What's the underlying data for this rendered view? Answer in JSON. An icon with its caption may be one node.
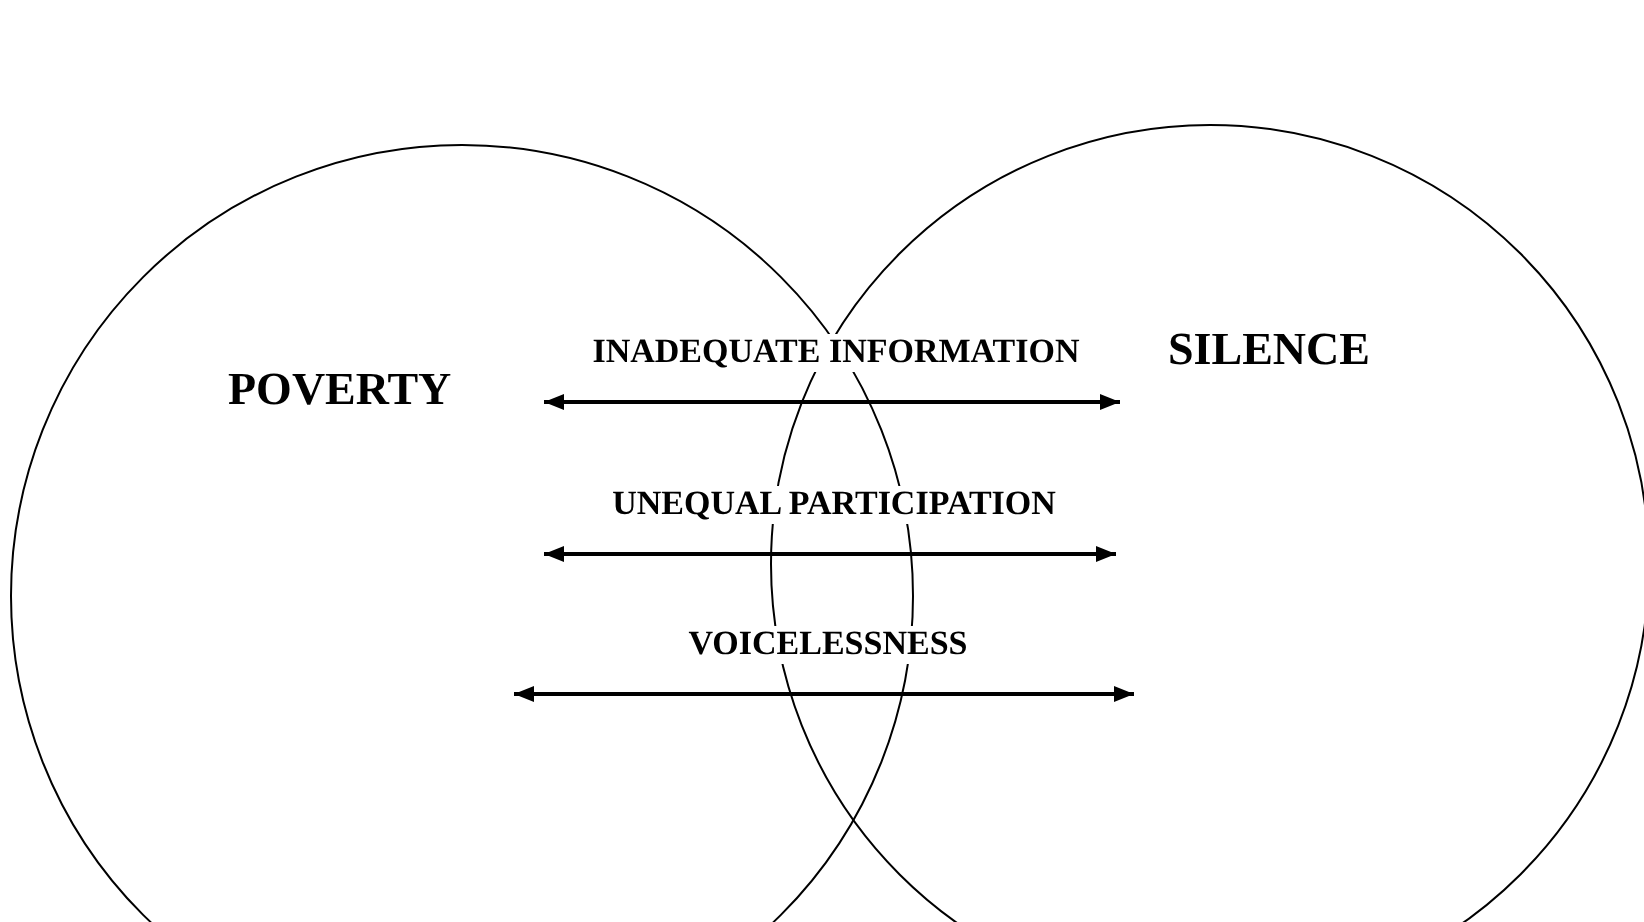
{
  "diagram": {
    "nodes": [
      {
        "text": [
          "POVERTY"
        ]
      },
      {
        "text": [
          "SILENCE"
        ]
      }
    ],
    "edges": [
      {
        "from": 0,
        "to": 1,
        "arrow": "both",
        "label": "INADEQUATE INFORMATION"
      },
      {
        "from": 0,
        "to": 1,
        "arrow": "both",
        "label": "UNEQUAL PARTICIPATION"
      },
      {
        "from": 0,
        "to": 1,
        "arrow": "both",
        "label": "VOICELESSNESS"
      }
    ]
  }
}
